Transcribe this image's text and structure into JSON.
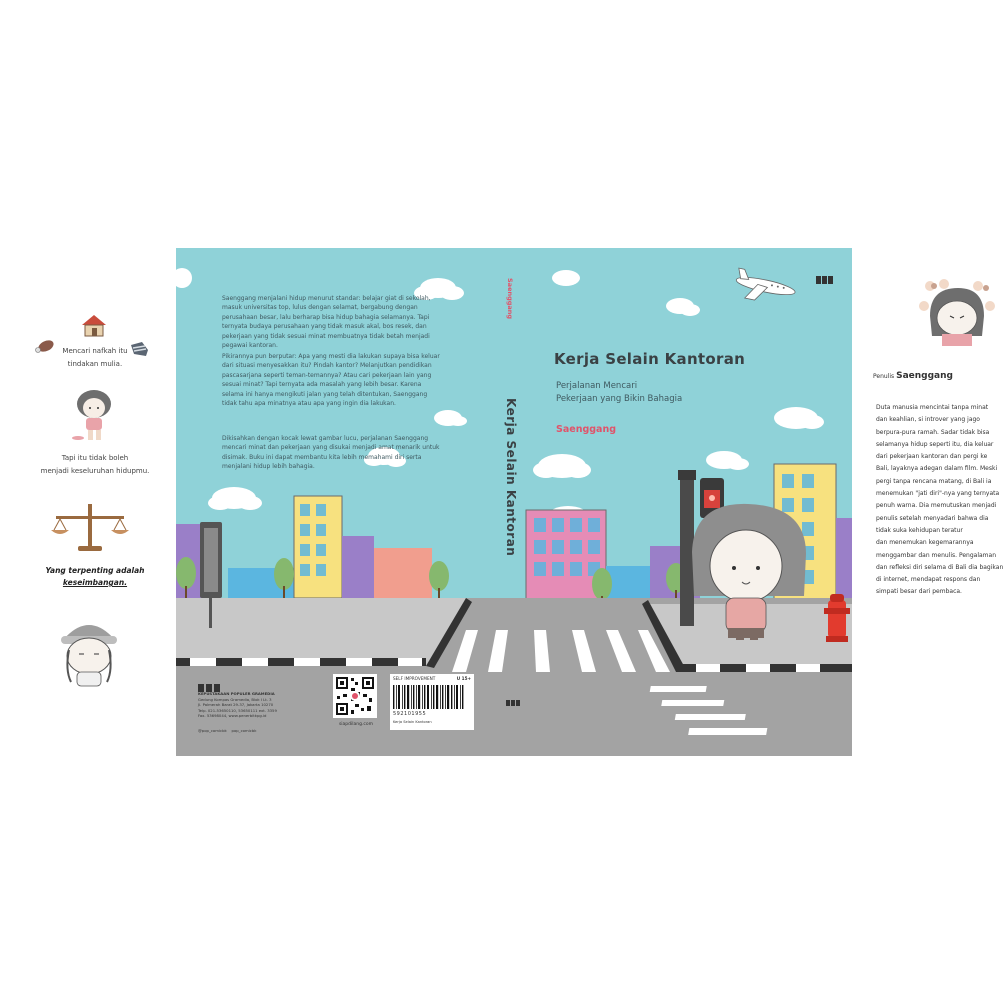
{
  "left_flap": {
    "line1": "Mencari nafkah itu",
    "line2": "tindakan mulia.",
    "line3": "Tapi itu tidak boleh",
    "line4": "menjadi keseluruhan hidupmu.",
    "line5": "Yang terpenting adalah",
    "line6": "keseimbangan."
  },
  "back_cover": {
    "para1": "Saenggang menjalani hidup menurut standar: belajar giat di sekolah, masuk universitas top, lulus dengan selamat, bergabung dengan perusahaan besar, lalu berharap bisa hidup bahagia selamanya. Tapi ternyata budaya perusahaan yang tidak masuk akal, bos resek, dan pekerjaan yang tidak sesuai minat membuatnya tidak betah menjadi pegawai kantoran.",
    "para2": "Pikirannya pun berputar: Apa yang mesti dia lakukan supaya bisa keluar dari situasi menyesakkan itu? Pindah kantor? Melanjutkan pendidikan pascasarjana seperti teman-temannya? Atau cari pekerjaan lain yang sesuai minat? Tapi ternyata ada masalah yang lebih besar. Karena selama ini hanya mengikuti jalan yang telah ditentukan, Saenggang tidak tahu apa minatnya atau apa yang ingin dia lakukan.",
    "para3": "Dikisahkan dengan kocak lewat gambar lucu, perjalanan Saenggang mencari minat dan pekerjaan yang disukai menjadi amat menarik untuk disimak. Buku ini dapat membantu kita lebih memahami diri serta menjalani hidup lebih bahagia.",
    "publisher_name": "KEPUSTAKAAN POPULER GRAMEDIA",
    "publisher_line1": "Gedung Kompas Gramedia, Blok I Lt. 3",
    "publisher_line2": "Jl. Palmerah Barat 29-37, Jakarta 10270",
    "publisher_line3": "Telp. 021-53650110, 53650111 ext. 3359",
    "publisher_line4": "Fax. 53698044, www.penerbitkpg.id",
    "social1": "@pop_comicbk",
    "social2": "pop_comicbk",
    "qr_label": "siapdilang.com",
    "category": "SELF IMPROVEMENT",
    "age": "U 15+",
    "isbn": "592101955",
    "barcode_caption": "Kerja Selain Kantoran"
  },
  "spine": {
    "author": "Saenggang",
    "title": "Kerja Selain Kantoran"
  },
  "front_cover": {
    "title": "Kerja Selain Kantoran",
    "subtitle_line1": "Perjalanan Mencari",
    "subtitle_line2": "Pekerjaan yang Bikin Bahagia",
    "author": "Saenggang"
  },
  "right_flap": {
    "author_label": "Penulis",
    "author_name": "Saenggang",
    "bio_lines": [
      "Duta manusia mencintai tanpa minat",
      "dan keahlian, si introver yang jago",
      "berpura-pura ramah. Sadar tidak bisa",
      "selamanya hidup seperti itu, dia keluar",
      "dari pekerjaan kantoran dan pergi ke",
      "Bali, layaknya adegan dalam film. Meski",
      "pergi tanpa rencana matang, di Bali ia",
      "menemukan \"jati diri\"-nya yang ternyata",
      "penuh warna. Dia memutuskan menjadi",
      "penulis setelah menyadari bahwa dia",
      "tidak suka kehidupan teratur",
      "dan menemukan kegemarannya",
      "menggambar dan menulis. Pengalaman",
      "dan refleksi diri selama di Bali dia bagikan",
      "di internet, mendapat respons dan",
      "simpati besar dari pembaca."
    ]
  },
  "colors": {
    "sky": "#8fd2d8",
    "road": "#a3a3a3",
    "sidewalk": "#c8c8c8",
    "author_pink": "#e0536a",
    "building_pink": "#e58cb6",
    "building_yellow": "#f7e17f",
    "building_purple": "#9a7fc8",
    "building_orange": "#f19e8e"
  },
  "icons": [
    "house-icon",
    "sock-icon",
    "scale-icon",
    "cloud-icon",
    "airplane-icon",
    "traffic-light-icon",
    "fire-hydrant-icon",
    "qr-code-icon",
    "barcode-icon",
    "publisher-logo-icon"
  ]
}
